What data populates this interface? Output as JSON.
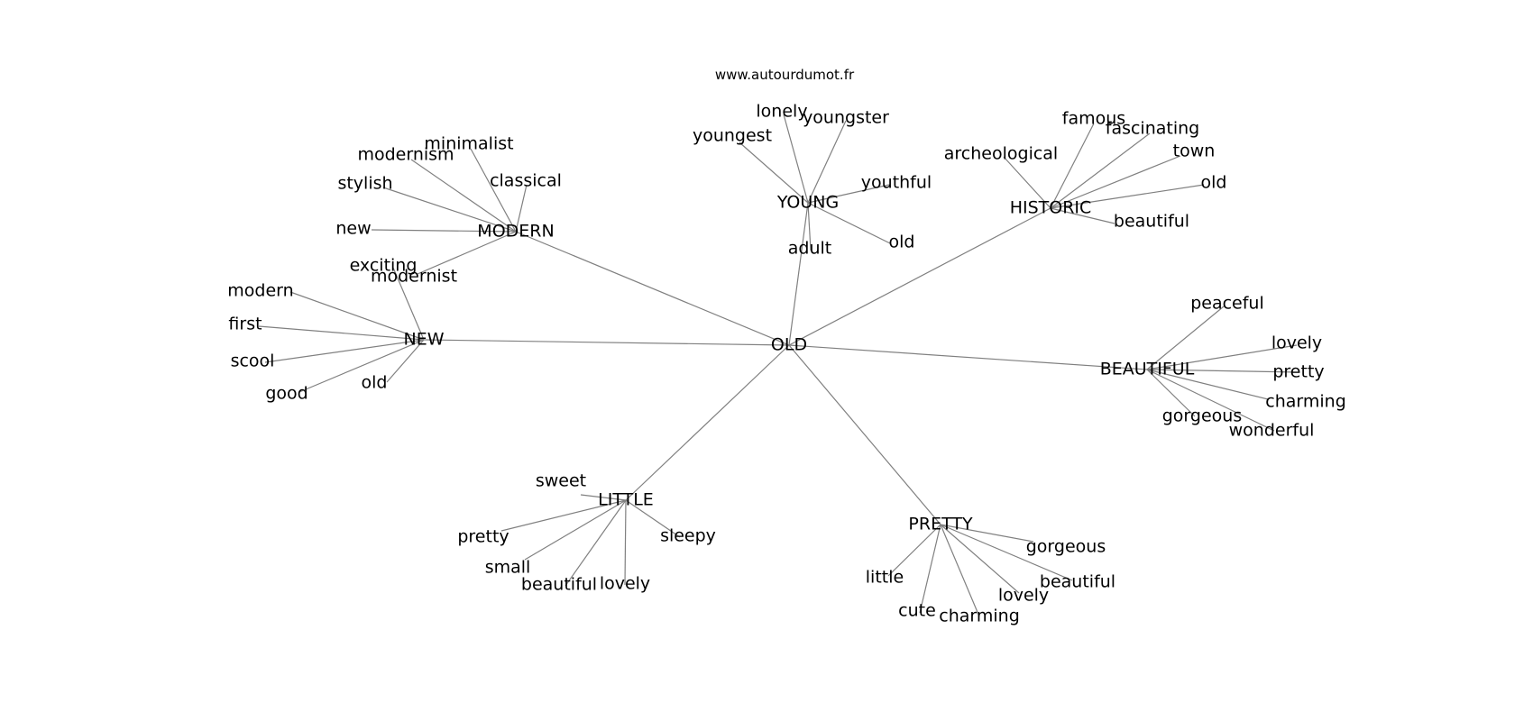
{
  "watermark": "www.autourdumot.fr",
  "colors": {
    "edge": "#808080",
    "text": "#000000",
    "background": "#ffffff"
  },
  "center": {
    "id": "old",
    "label": "OLD"
  },
  "hubs": [
    {
      "id": "modern",
      "label": "MODERN",
      "leaves": [
        "minimalist",
        "modernism",
        "classical",
        "stylish",
        "new",
        "modernist"
      ]
    },
    {
      "id": "young",
      "label": "YOUNG",
      "leaves": [
        "lonely",
        "youngster",
        "youngest",
        "youthful",
        "adult",
        "old"
      ]
    },
    {
      "id": "historic",
      "label": "HISTORIC",
      "leaves": [
        "famous",
        "fascinating",
        "archeological",
        "town",
        "old",
        "beautiful"
      ]
    },
    {
      "id": "new",
      "label": "NEW",
      "leaves": [
        "exciting",
        "modern",
        "first",
        "scool",
        "good",
        "old"
      ]
    },
    {
      "id": "beautiful",
      "label": "BEAUTIFUL",
      "leaves": [
        "peaceful",
        "lovely",
        "pretty",
        "charming",
        "gorgeous",
        "wonderful"
      ]
    },
    {
      "id": "little",
      "label": "LITTLE",
      "leaves": [
        "sweet",
        "pretty",
        "small",
        "beautiful",
        "lovely",
        "sleepy"
      ]
    },
    {
      "id": "pretty",
      "label": "PRETTY",
      "leaves": [
        "gorgeous",
        "beautiful",
        "little",
        "lovely",
        "cute",
        "charming"
      ]
    }
  ]
}
